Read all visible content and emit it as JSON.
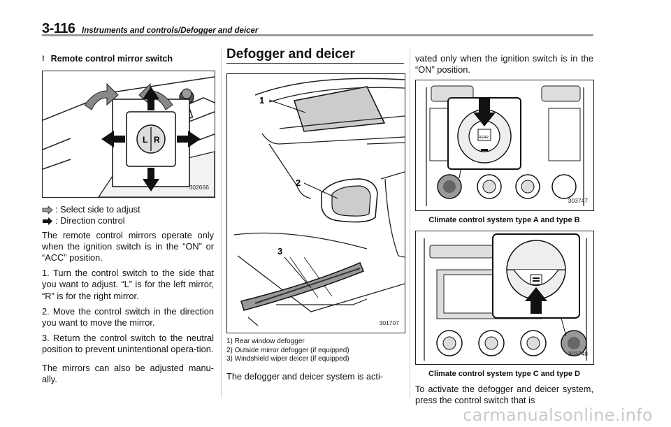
{
  "header": {
    "page_number": "3-116",
    "section_title": "Instruments and controls/Defogger and deicer"
  },
  "left_column": {
    "subheading_mark": "!",
    "subheading": "Remote control mirror switch",
    "figure_code": "302666",
    "legend": [
      {
        "icon": "gray-arrow-icon",
        "text": ": Select side to adjust"
      },
      {
        "icon": "black-arrow-icon",
        "text": ": Direction control"
      }
    ],
    "paragraphs": [
      "The remote control mirrors operate only when the ignition switch is in the “ON” or “ACC” position.",
      "1.  Turn the control switch to the side that you want to adjust. “L” is for the left mirror, “R” is for the right mirror.",
      "2.  Move the control switch in the direction you want to move the mirror.",
      "3.  Return the control switch to the neutral position to prevent unintentional opera-tion.",
      "The mirrors can also be adjusted manu-ally."
    ],
    "switch_labels": {
      "left": "L",
      "right": "R"
    }
  },
  "middle_column": {
    "heading": "Defogger and deicer",
    "figure_code": "301707",
    "figure_labels": [
      "1",
      "2",
      "3"
    ],
    "captions": [
      "1)  Rear window defogger",
      "2)  Outside mirror defogger (if equipped)",
      "3)  Windshield wiper deicer (if equipped)"
    ],
    "paragraph": "The defogger and deicer system is acti-"
  },
  "right_column": {
    "paragraph_top": "vated only when the ignition switch is in the “ON” position.",
    "figure1_code": "303747",
    "figure1_caption": "Climate control system type A and type B",
    "figure1_button_label": "REAR",
    "figure2_code": "303748",
    "figure2_caption": "Climate control system type C and type D",
    "paragraph_bottom": "To activate the defogger and deicer system, press the control switch that is"
  },
  "watermark": "carmanualsonline.info"
}
